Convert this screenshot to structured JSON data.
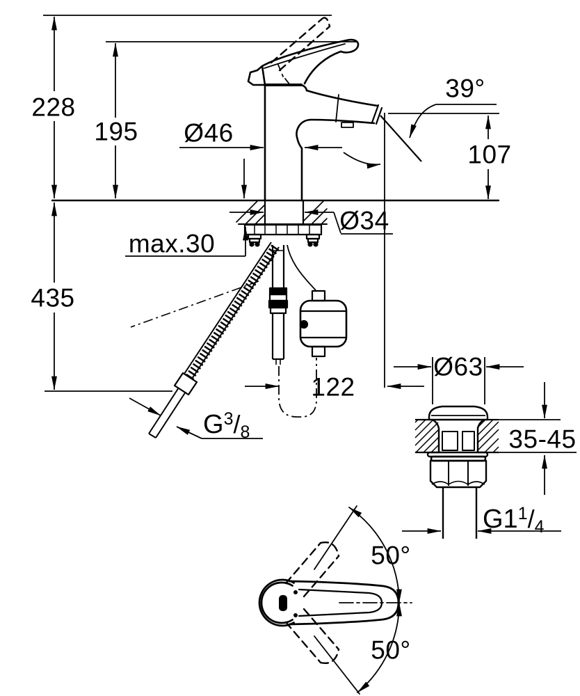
{
  "meta": {
    "drawing_type": "faucet installation dimension drawing",
    "ink_color": "#000000",
    "paper_color": "#ffffff"
  },
  "side_view": {
    "overall_height": "228",
    "lever_height": "195",
    "body_diameter": "Ø46",
    "stream_angle": "39°",
    "spout_height": "107",
    "shank_diameter": "Ø34",
    "max_deck_thickness": "max.30",
    "hose_length": "435",
    "spout_reach": "122",
    "supply_thread": {
      "prefix": "G",
      "numerator": "3",
      "denominator": "8"
    }
  },
  "drain_view": {
    "flange_diameter": "Ø63",
    "deck_thickness_range": "35-45",
    "drain_thread": {
      "prefix": "G1",
      "numerator": "1",
      "denominator": "4"
    }
  },
  "top_view": {
    "handle_swing_up": "50°",
    "handle_swing_down": "50°"
  }
}
